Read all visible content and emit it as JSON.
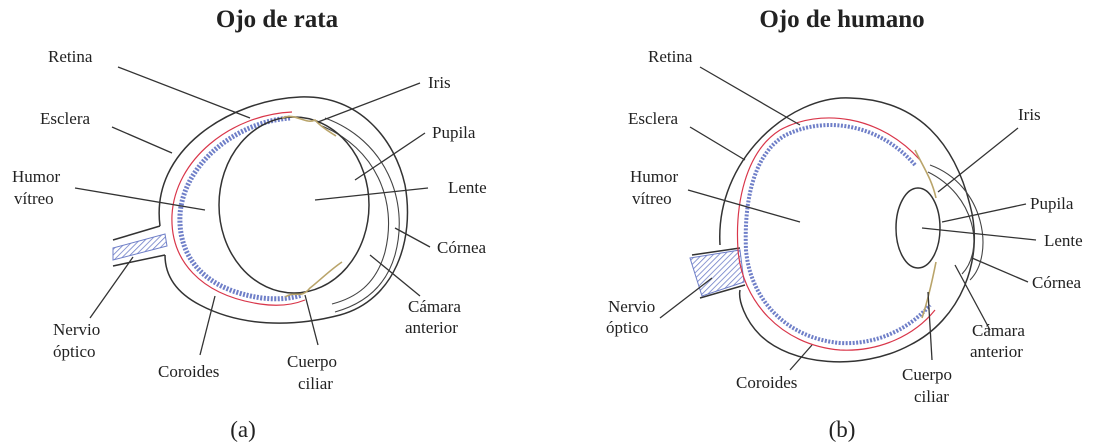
{
  "rat": {
    "title": "Ojo de rata",
    "caption": "(a)",
    "labels": {
      "retina": "Retina",
      "esclera": "Esclera",
      "humor_line1": "Humor",
      "humor_line2": "vítreo",
      "nervio_line1": "Nervio",
      "nervio_line2": "óptico",
      "coroides": "Coroides",
      "cuerpo_line1": "Cuerpo",
      "cuerpo_line2": "ciliar",
      "iris": "Iris",
      "pupila": "Pupila",
      "lente": "Lente",
      "cornea": "Córnea",
      "camara_line1": "Cámara",
      "camara_line2": "anterior"
    }
  },
  "human": {
    "title": "Ojo de humano",
    "caption": "(b)",
    "labels": {
      "retina": "Retina",
      "esclera": "Esclera",
      "humor_line1": "Humor",
      "humor_line2": "vítreo",
      "nervio_line1": "Nervio",
      "nervio_line2": "óptico",
      "coroides": "Coroides",
      "cuerpo_line1": "Cuerpo",
      "cuerpo_line2": "ciliar",
      "iris": "Iris",
      "pupila": "Pupila",
      "lente": "Lente",
      "cornea": "Córnea",
      "camara_line1": "Cámara",
      "camara_line2": "anterior"
    }
  },
  "colors": {
    "outline": "#333333",
    "retina_red": "#d9364a",
    "choroid_blue": "#6f7fc8",
    "ciliary_tan": "#b9a46a"
  }
}
